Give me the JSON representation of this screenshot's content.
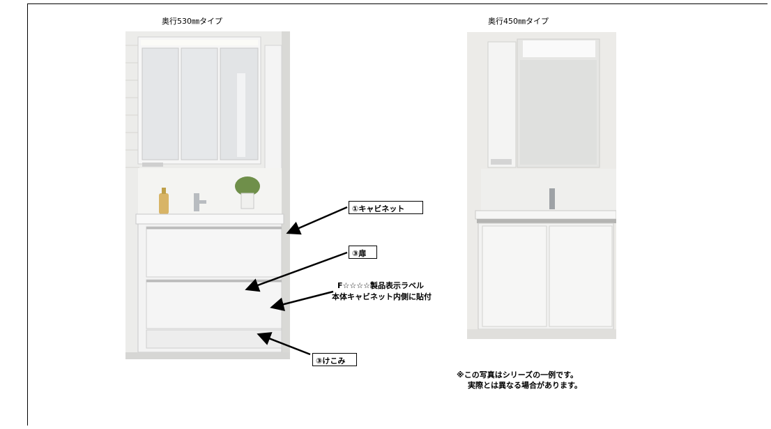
{
  "left_caption": "奥行530㎜タイプ",
  "right_caption": "奥行450㎜タイプ",
  "labels": {
    "cabinet": "①キャビネット",
    "door": "③扉",
    "f_label_line1": "F☆☆☆☆製品表示ラベル",
    "f_label_line2": "本体キャビネット内側に貼付",
    "kickplate": "③けこみ"
  },
  "note": {
    "line1": "※この写真はシリーズの一例です。",
    "line2": "実際とは異なる場合があります。"
  }
}
